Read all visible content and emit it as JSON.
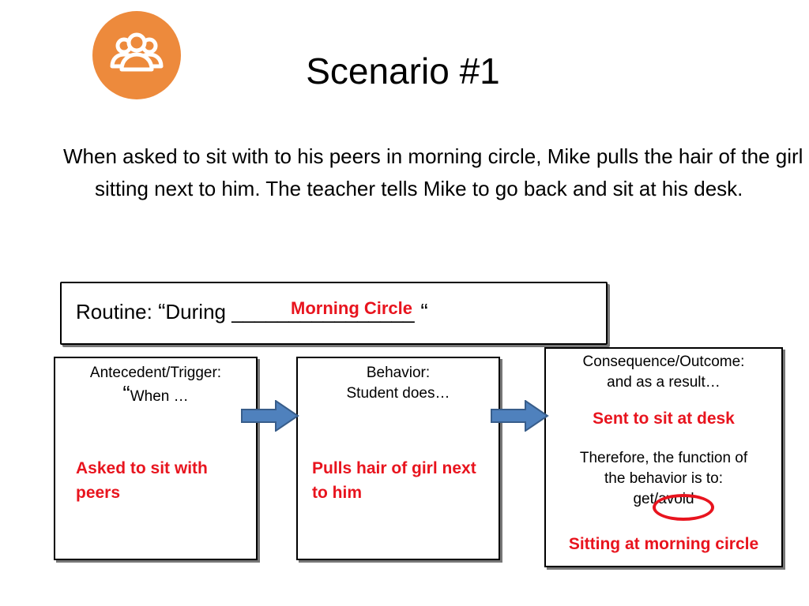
{
  "slide": {
    "title": "Scenario #1",
    "logo_icon": "people-group-icon",
    "logo_color": "#ed8a3c",
    "scenario_text": "When asked to sit with to his peers in morning circle, Mike pulls the hair of the  girl sitting next to him. The teacher tells Mike to go back and sit at his desk."
  },
  "routine": {
    "prefix": "Routine: ",
    "open_quote": "“",
    "during": "During ",
    "blank": "________________",
    "close_quote": " “",
    "answer": "Morning Circle"
  },
  "antecedent": {
    "label_line1": "Antecedent/Trigger:",
    "label_quote": "“",
    "label_line2": "When …",
    "answer": "Asked to sit with peers"
  },
  "behavior": {
    "label_line1": "Behavior:",
    "label_line2": "Student does…",
    "answer": "Pulls hair of girl next to him"
  },
  "consequence": {
    "label_line1": "Consequence/Outcome:",
    "label_line2": "and as a result…",
    "result": "Sent to sit at desk",
    "function_line1": "Therefore, the function of",
    "function_line2": "the behavior is to:",
    "function_options": "get/avoid",
    "function_answer": "Sitting at morning circle"
  },
  "colors": {
    "answer_red": "#e8141e",
    "arrow_fill": "#4f81bd",
    "arrow_stroke": "#385d8a"
  }
}
